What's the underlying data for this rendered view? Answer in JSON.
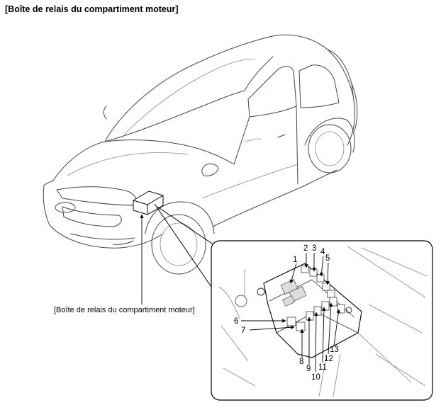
{
  "title": "[Boîte de relais du compartiment moteur]",
  "callout_label": "[Boîte de relais du compartiment moteur]",
  "callouts": [
    "1",
    "2",
    "3",
    "4",
    "5",
    "6",
    "7",
    "8",
    "9",
    "10",
    "11",
    "12",
    "13"
  ]
}
